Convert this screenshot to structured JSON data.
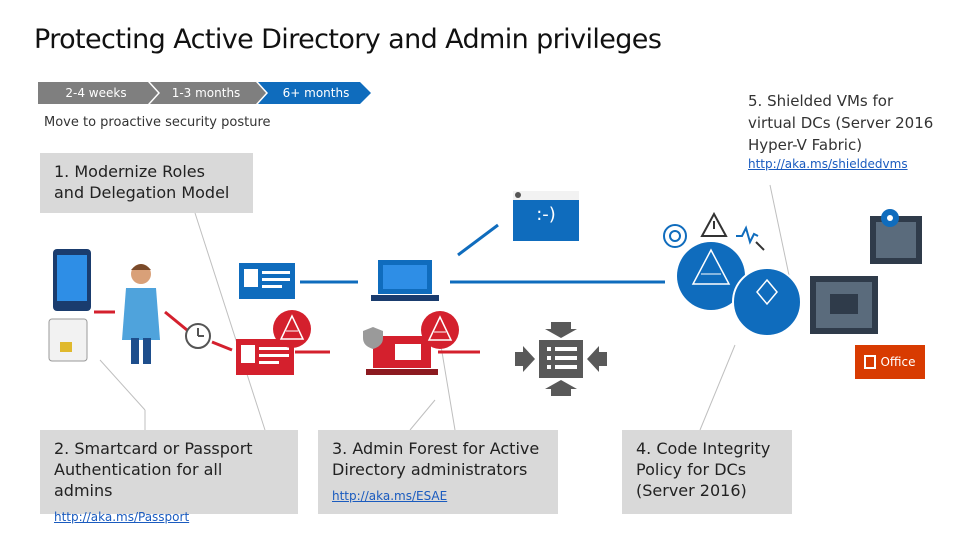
{
  "title": "Protecting Active Directory and Admin privileges",
  "timeline": [
    "2-4 weeks",
    "1-3 months",
    "6+ months"
  ],
  "subtitle": "Move to proactive security posture",
  "step1": {
    "text": "1. Modernize Roles and Delegation Model"
  },
  "step2": {
    "text": "2. Smartcard or Passport Authentication for all admins",
    "link": "http://aka.ms/Passport"
  },
  "step3": {
    "text": "3. Admin Forest for Active Directory administrators",
    "link": "http://aka.ms/ESAE"
  },
  "step4": {
    "text": "4. Code Integrity Policy for DCs (Server 2016)"
  },
  "step5": {
    "text": "5. Shielded VMs for virtual DCs (Server 2016 Hyper-V Fabric)",
    "link": "http://aka.ms/shieldedvms"
  },
  "smiley": ":-)",
  "office_label": "Office",
  "colors": {
    "accent_blue": "#0f6cbd",
    "accent_red": "#d4202d",
    "box_gray": "#d9d9d9",
    "chevron_gray": "#7f7f7f",
    "office": "#d83b01"
  }
}
